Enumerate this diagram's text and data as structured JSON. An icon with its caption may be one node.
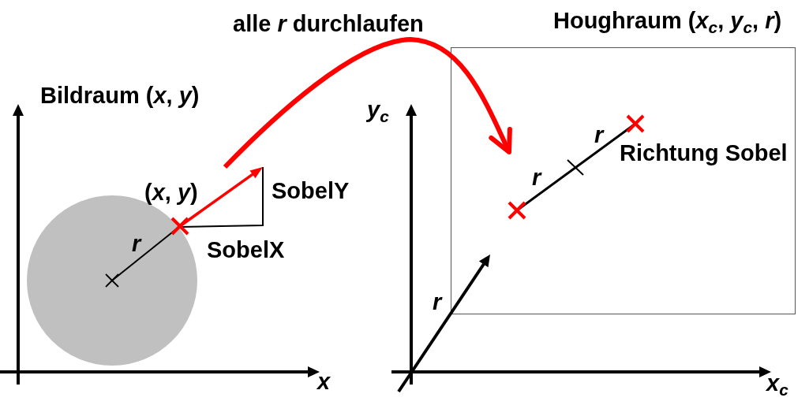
{
  "diagram": {
    "nodes": [
      {
        "text": [
          "r"
        ]
      },
      {
        "text": [],
        "shape": "triangle",
        "beside": [
          "SobelY",
          "SobelX"
        ]
      },
      {
        "text": [
          "Houghraum (*x*$_{c}$, *y*$_{c}$, *r*)"
        ]
      },
      {
        "text": [
          "r",
          "r"
        ],
        "in": 2,
        "beside": [
          "Richtung Sobel"
        ]
      }
    ],
    "edges": [
      {
        "from": 1,
        "to": 3,
        "arrow": "to",
        "label": "alle *r* durchlaufen"
      }
    ],
    "labels": [
      "Bildraum (*x*, *y*)",
      "y$_{c}$",
      "(*x*, *y*)",
      "r",
      "x",
      "x$_{c}$"
    ]
  }
}
